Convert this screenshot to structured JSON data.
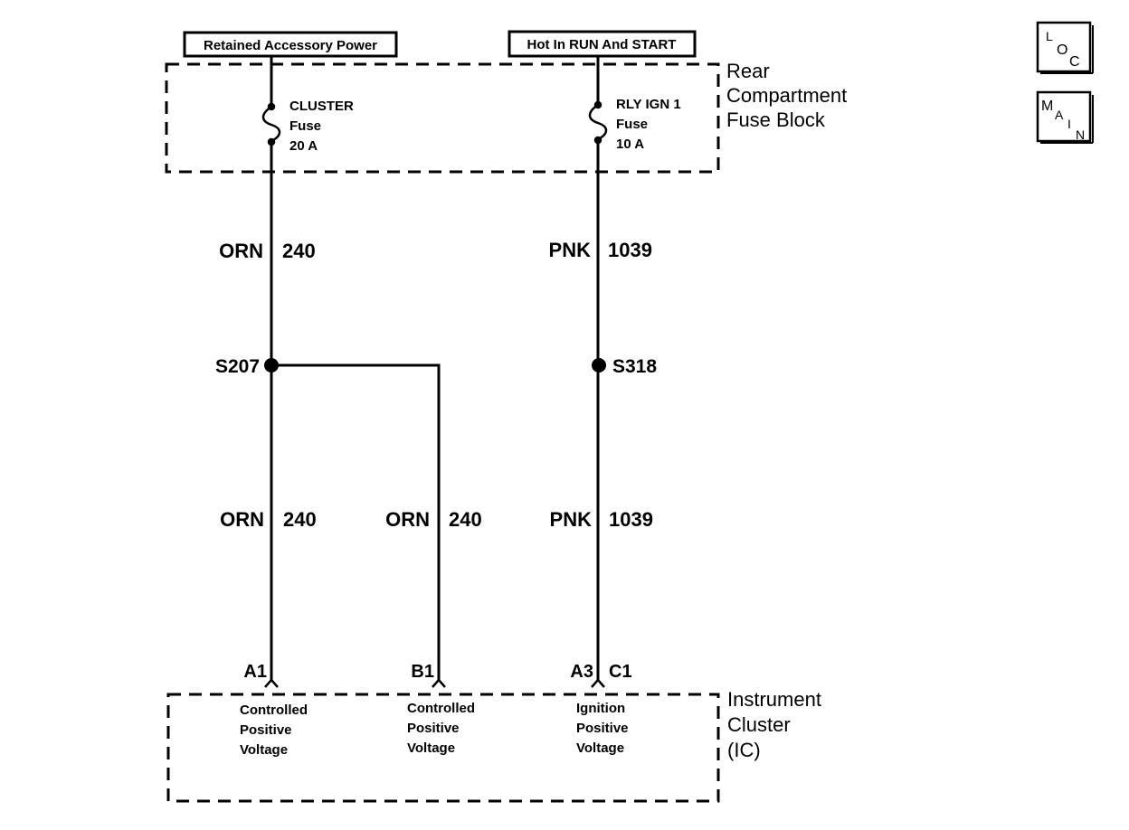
{
  "power_sources": {
    "left": "Retained Accessory Power",
    "right": "Hot In RUN And START"
  },
  "fuse_block": {
    "name_lines": [
      "Rear",
      "Compartment",
      "Fuse Block"
    ]
  },
  "fuses": {
    "left": {
      "name": "CLUSTER",
      "type": "Fuse",
      "rating": "20 A"
    },
    "right": {
      "name": "RLY IGN 1",
      "type": "Fuse",
      "rating": "10 A"
    }
  },
  "wires": {
    "upper_left": {
      "color": "ORN",
      "circuit": "240"
    },
    "upper_right": {
      "color": "PNK",
      "circuit": "1039"
    },
    "lower_left": {
      "color": "ORN",
      "circuit": "240"
    },
    "lower_mid": {
      "color": "ORN",
      "circuit": "240"
    },
    "lower_right": {
      "color": "PNK",
      "circuit": "1039"
    }
  },
  "splices": {
    "left": "S207",
    "right": "S318"
  },
  "pins": {
    "left": "A1",
    "mid": "B1",
    "right_a": "A3",
    "right_b": "C1"
  },
  "cluster": {
    "name_lines": [
      "Instrument",
      "Cluster",
      "(IC)"
    ],
    "inputs": {
      "left": [
        "Controlled",
        "Positive",
        "Voltage"
      ],
      "mid": [
        "Controlled",
        "Positive",
        "Voltage"
      ],
      "right": [
        "Ignition",
        "Positive",
        "Voltage"
      ]
    }
  },
  "icons": {
    "loc": {
      "name": "location-icon",
      "letters": [
        "L",
        "O",
        "C"
      ]
    },
    "main": {
      "name": "main-icon",
      "letters": [
        "M",
        "A",
        "I",
        "N"
      ]
    }
  }
}
